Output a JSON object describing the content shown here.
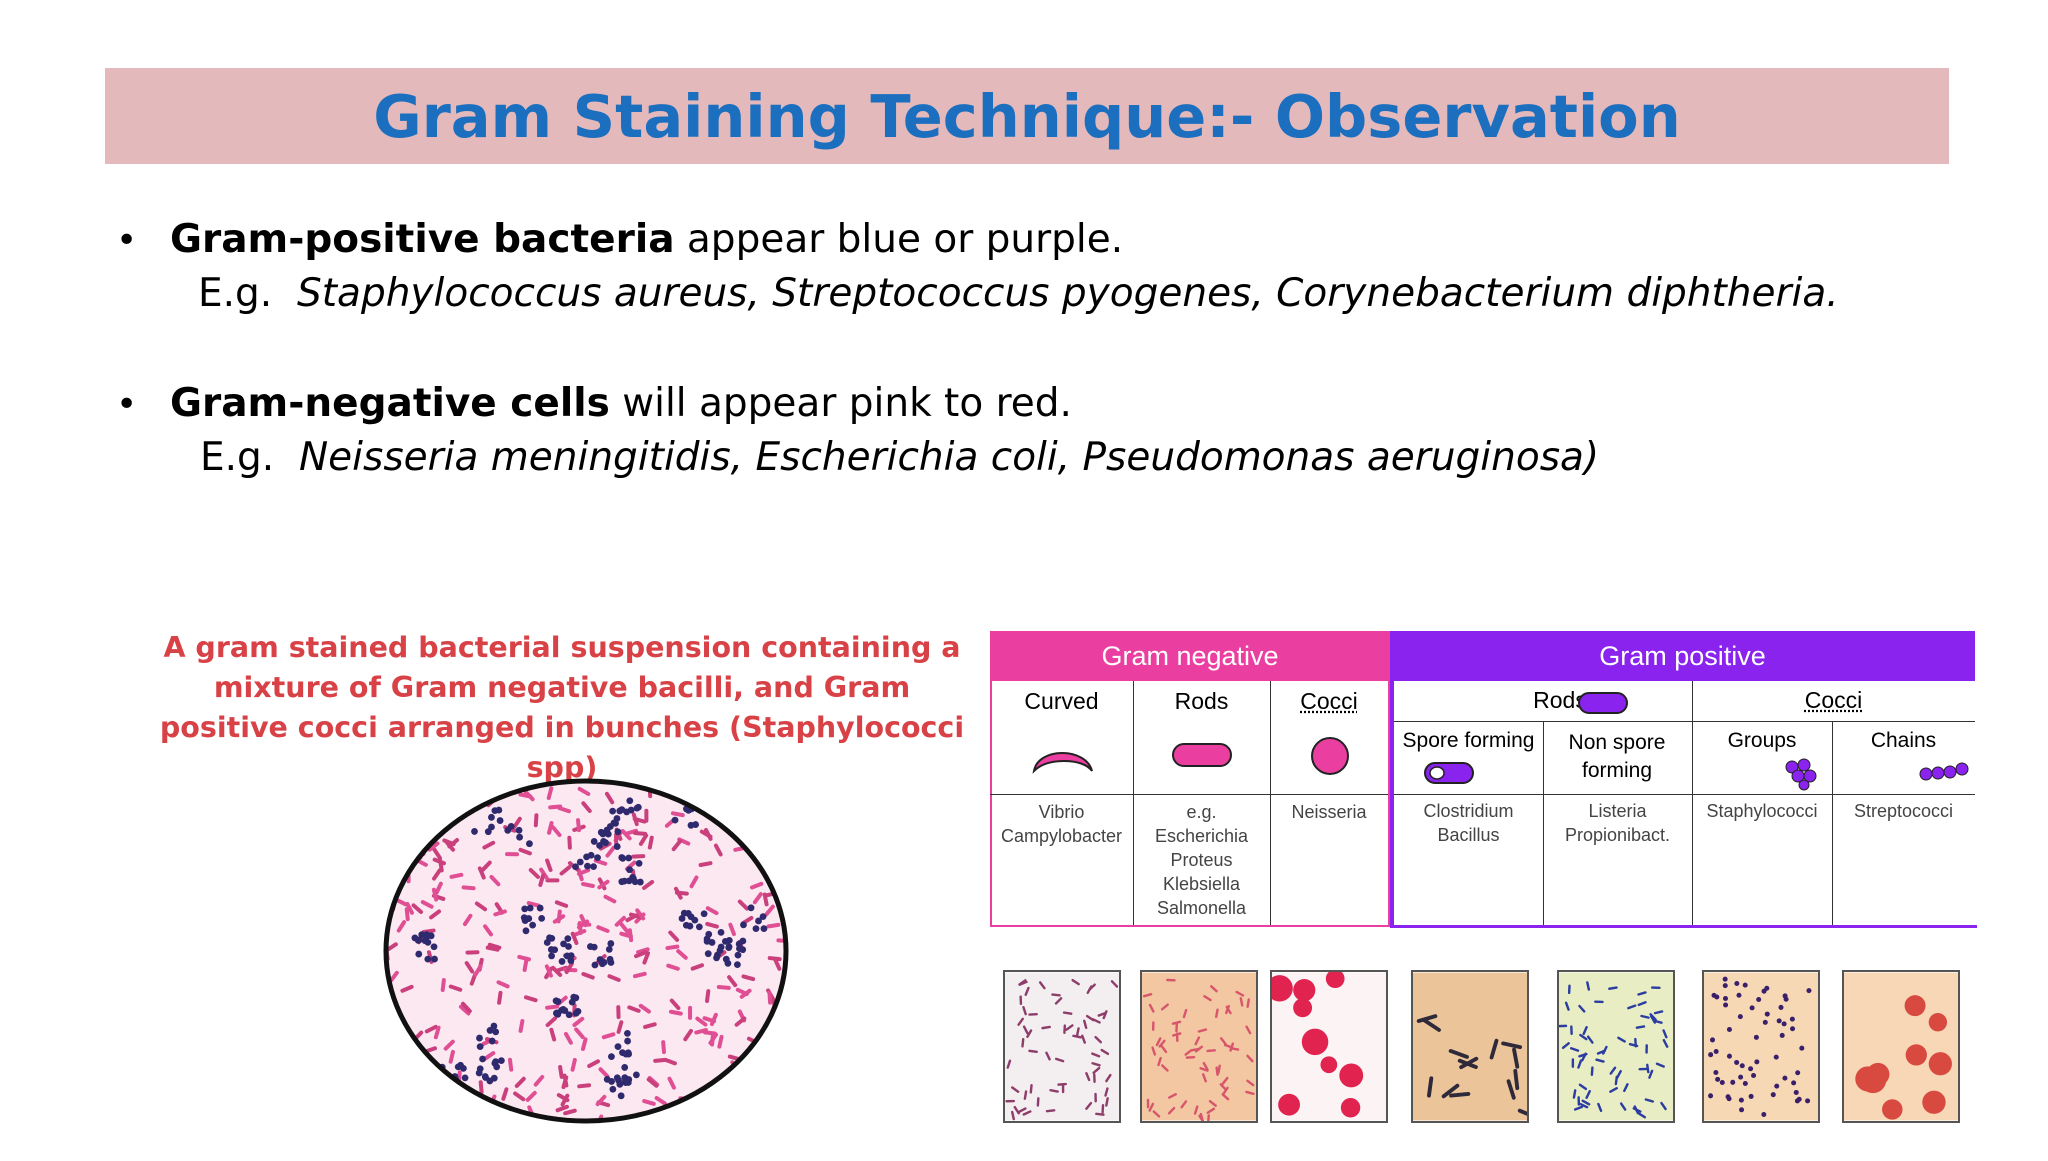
{
  "slide": {
    "title": "Gram Staining Technique:- Observation",
    "bullets": [
      {
        "bold": "Gram-positive bacteria",
        "rest": " appear blue or purple.",
        "eg_prefix": "E.g.",
        "examples": "Staphylococcus aureus, Streptococcus pyogenes, Corynebacterium diphtheria."
      },
      {
        "bold": "Gram-negative cells",
        "rest": " will appear pink to red.",
        "eg_prefix": "E.g.",
        "examples": "Neisseria meningitidis, Escherichia coli, Pseudomonas aeruginosa)"
      }
    ],
    "figure_caption": "A gram stained bacterial suspension containing a mixture of Gram negative bacilli, and Gram positive cocci arranged in bunches (Staphylococci spp)"
  },
  "table": {
    "gram_negative": "Gram negative",
    "gram_positive": "Gram positive",
    "neg_cols": [
      {
        "label": "Curved",
        "examples": [
          "Vibrio",
          "Campylobacter"
        ]
      },
      {
        "label": "Rods",
        "examples": [
          "e.g.",
          "Escherichia",
          "Proteus",
          "Klebsiella",
          "Salmonella"
        ]
      },
      {
        "label": "Cocci",
        "examples": [
          "Neisseria"
        ]
      }
    ],
    "pos_groups": {
      "rods": "Rods",
      "cocci": "Cocci"
    },
    "pos_cols": [
      {
        "label": "Spore forming",
        "examples": [
          "Clostridium",
          "Bacillus"
        ]
      },
      {
        "label": "Non spore forming",
        "examples": [
          "Listeria",
          "Propionibact."
        ]
      },
      {
        "label": "Groups",
        "examples": [
          "Staphylococci"
        ]
      },
      {
        "label": "Chains",
        "examples": [
          "Streptococci"
        ]
      }
    ]
  },
  "colors": {
    "title_bar": "#e3b9bb",
    "title_text": "#1b6fbe",
    "gram_negative": "#ea3fa0",
    "gram_positive": "#8a23ee",
    "caption": "#d84247"
  }
}
